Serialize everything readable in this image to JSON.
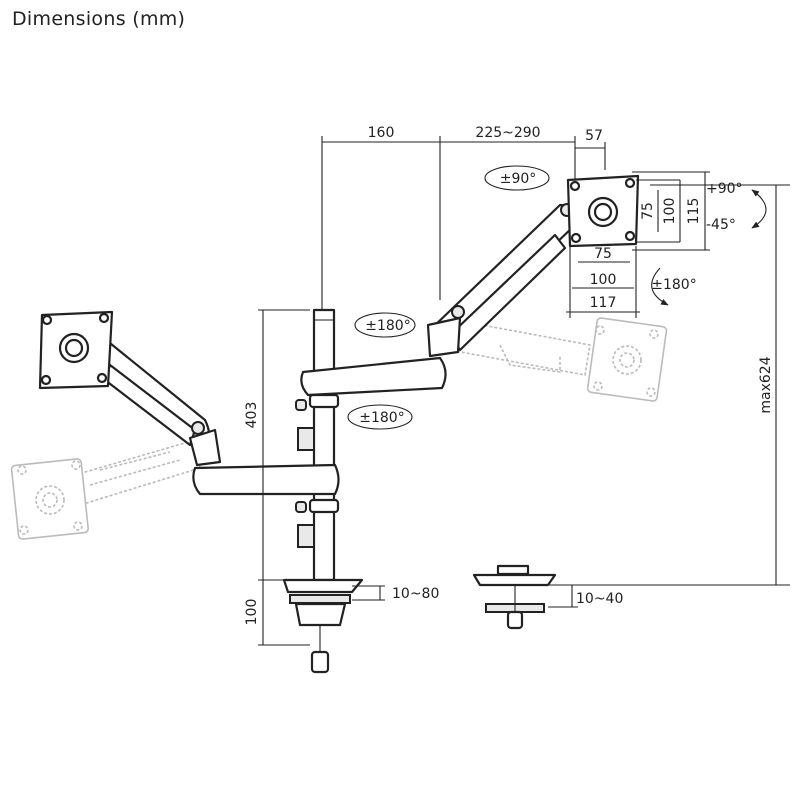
{
  "title": "Dimensions (mm)",
  "dimensions": {
    "arm_offset": "160",
    "arm_length": "225~290",
    "plate_depth": "57",
    "pole_height": "403",
    "base_height": "100",
    "max_height": "max624",
    "clamp_range": "10~80",
    "grommet_range": "10~40",
    "vesa_small_h": "75",
    "vesa_large_h": "100",
    "plate_height": "115",
    "vesa_small_w": "75",
    "vesa_large_w": "100",
    "plate_width": "117"
  },
  "rotations": {
    "rotate_monitor": "±90°",
    "swivel_head": "±180°",
    "swivel_arm": "±180°",
    "swivel_base": "±180°",
    "tilt_up": "+90°",
    "tilt_down": "-45°"
  }
}
